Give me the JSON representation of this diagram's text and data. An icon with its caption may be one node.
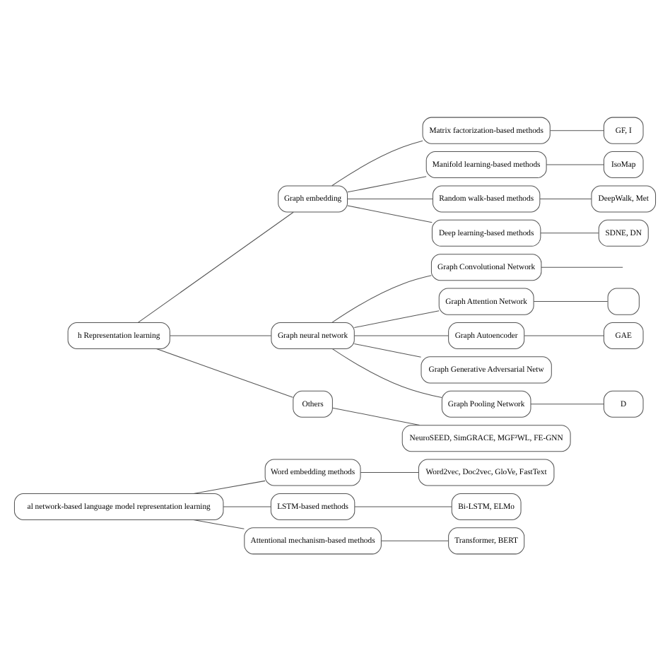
{
  "diagram": {
    "nodes": [
      {
        "text": [
          "al network-based language model representation learning"
        ]
      },
      {
        "text": [
          "Word embedding methods"
        ]
      },
      {
        "text": [
          "Word2vec, Doc2vec, GloVe, FastText"
        ]
      },
      {
        "text": [
          "LSTM-based methods"
        ]
      },
      {
        "text": [
          "Bi-LSTM, ELMo"
        ]
      },
      {
        "text": [
          "Attentional mechanism-based methods"
        ]
      },
      {
        "text": [
          "Transformer, BERT"
        ]
      },
      {
        "text": [
          "h Representation learning"
        ]
      },
      {
        "text": [
          "Graph embedding"
        ]
      },
      {
        "text": [
          "Matrix factorization-based methods"
        ]
      },
      {
        "text": [
          "GF, I"
        ]
      },
      {
        "text": [
          "Manifold learning-based methods"
        ]
      },
      {
        "text": [
          "IsoMap"
        ]
      },
      {
        "text": [
          "Random walk-based methods"
        ]
      },
      {
        "text": [
          "DeepWalk, Met"
        ]
      },
      {
        "text": [
          "Deep learning-based methods"
        ]
      },
      {
        "text": [
          "SDNE, DN"
        ]
      },
      {
        "text": [
          "Graph neural network"
        ]
      },
      {
        "text": [
          "Graph Convolutional Network"
        ]
      },
      {
        "text": [
          "Graph Attention Network"
        ]
      },
      {
        "text": [],
        "shape": "box"
      },
      {
        "text": [
          "Graph Autoencoder"
        ]
      },
      {
        "text": [
          "GAE"
        ]
      },
      {
        "text": [
          "Graph Generative Adversarial Netw"
        ]
      },
      {
        "text": [
          "Graph Pooling Network"
        ]
      },
      {
        "text": [
          "D"
        ]
      },
      {
        "text": [
          "Others"
        ]
      },
      {
        "text": [
          "NeuroSEED, SimGRACE, MGF²WL, FE-GNN"
        ]
      }
    ],
    "edges": [
      {
        "from": 0,
        "to": 1,
        "arrow": "none"
      },
      {
        "from": 1,
        "to": 2,
        "arrow": "none"
      },
      {
        "from": 0,
        "to": 3,
        "arrow": "none"
      },
      {
        "from": 3,
        "to": 4,
        "arrow": "none"
      },
      {
        "from": 0,
        "to": 5,
        "arrow": "none"
      },
      {
        "from": 5,
        "to": 6,
        "arrow": "none"
      },
      {
        "from": 7,
        "to": 8,
        "arrow": "none"
      },
      {
        "from": 8,
        "to": 9,
        "arrow": "none"
      },
      {
        "from": 9,
        "to": 10,
        "arrow": "none"
      },
      {
        "from": 8,
        "to": 11,
        "arrow": "none"
      },
      {
        "from": 11,
        "to": 12,
        "arrow": "none"
      },
      {
        "from": 8,
        "to": 13,
        "arrow": "none"
      },
      {
        "from": 13,
        "to": 14,
        "arrow": "none"
      },
      {
        "from": 8,
        "to": 15,
        "arrow": "none"
      },
      {
        "from": 15,
        "to": 16,
        "arrow": "none"
      },
      {
        "from": 7,
        "to": 17,
        "arrow": "none"
      },
      {
        "from": 17,
        "to": 18,
        "arrow": "none"
      },
      {
        "from": 18,
        "to": null,
        "arrow": "none"
      },
      {
        "from": 17,
        "to": 19,
        "arrow": "none"
      },
      {
        "from": 19,
        "to": 20,
        "arrow": "none"
      },
      {
        "from": 17,
        "to": 21,
        "arrow": "none"
      },
      {
        "from": 21,
        "to": 22,
        "arrow": "none"
      },
      {
        "from": 17,
        "to": 23,
        "arrow": "none"
      },
      {
        "from": 17,
        "to": 24,
        "arrow": "none"
      },
      {
        "from": 24,
        "to": 25,
        "arrow": "none"
      },
      {
        "from": 7,
        "to": 26,
        "arrow": "none"
      },
      {
        "from": 26,
        "to": 27,
        "arrow": "none"
      }
    ]
  }
}
